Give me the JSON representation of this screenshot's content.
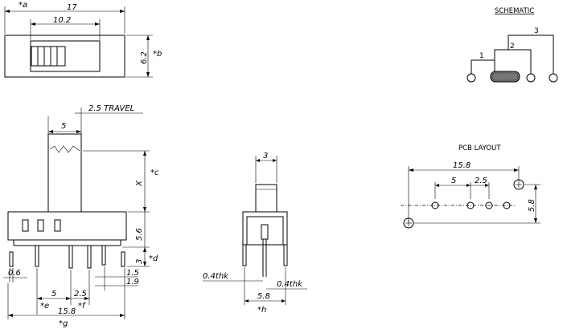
{
  "top_view": {
    "overall_width": "17",
    "overall_width_ref": "*a",
    "slot_width": "10.2",
    "height": "6.2",
    "height_ref": "*b"
  },
  "front_view": {
    "travel": "2.5  TRAVEL",
    "actuator_width": "5",
    "actuator_height": "X",
    "actuator_height_ref": "*c",
    "body_height": "5.6",
    "pin_height": "3",
    "pin_height_ref": "*d",
    "pin_offset": "0.6",
    "pin_pitch": "5",
    "pin_spacing": "2.5",
    "side_dim_1": "1.5",
    "side_dim_2": "1.9",
    "pitch_ref": "*e",
    "spacing_ref": "*f",
    "total_width": "15.8",
    "total_width_ref": "*g"
  },
  "side_view": {
    "actuator_width": "3",
    "left_thickness": "0.4thk",
    "right_thickness": "0.4thk",
    "pin_span": "5.8",
    "pin_span_ref": "*h"
  },
  "schematic": {
    "title": "SCHEMATIC",
    "pins": [
      "1",
      "2",
      "3"
    ]
  },
  "pcb_layout": {
    "title": "PCB LAYOUT",
    "overall_width": "15.8",
    "pitch": "5",
    "spacing": "2.5",
    "height": "5.8"
  }
}
